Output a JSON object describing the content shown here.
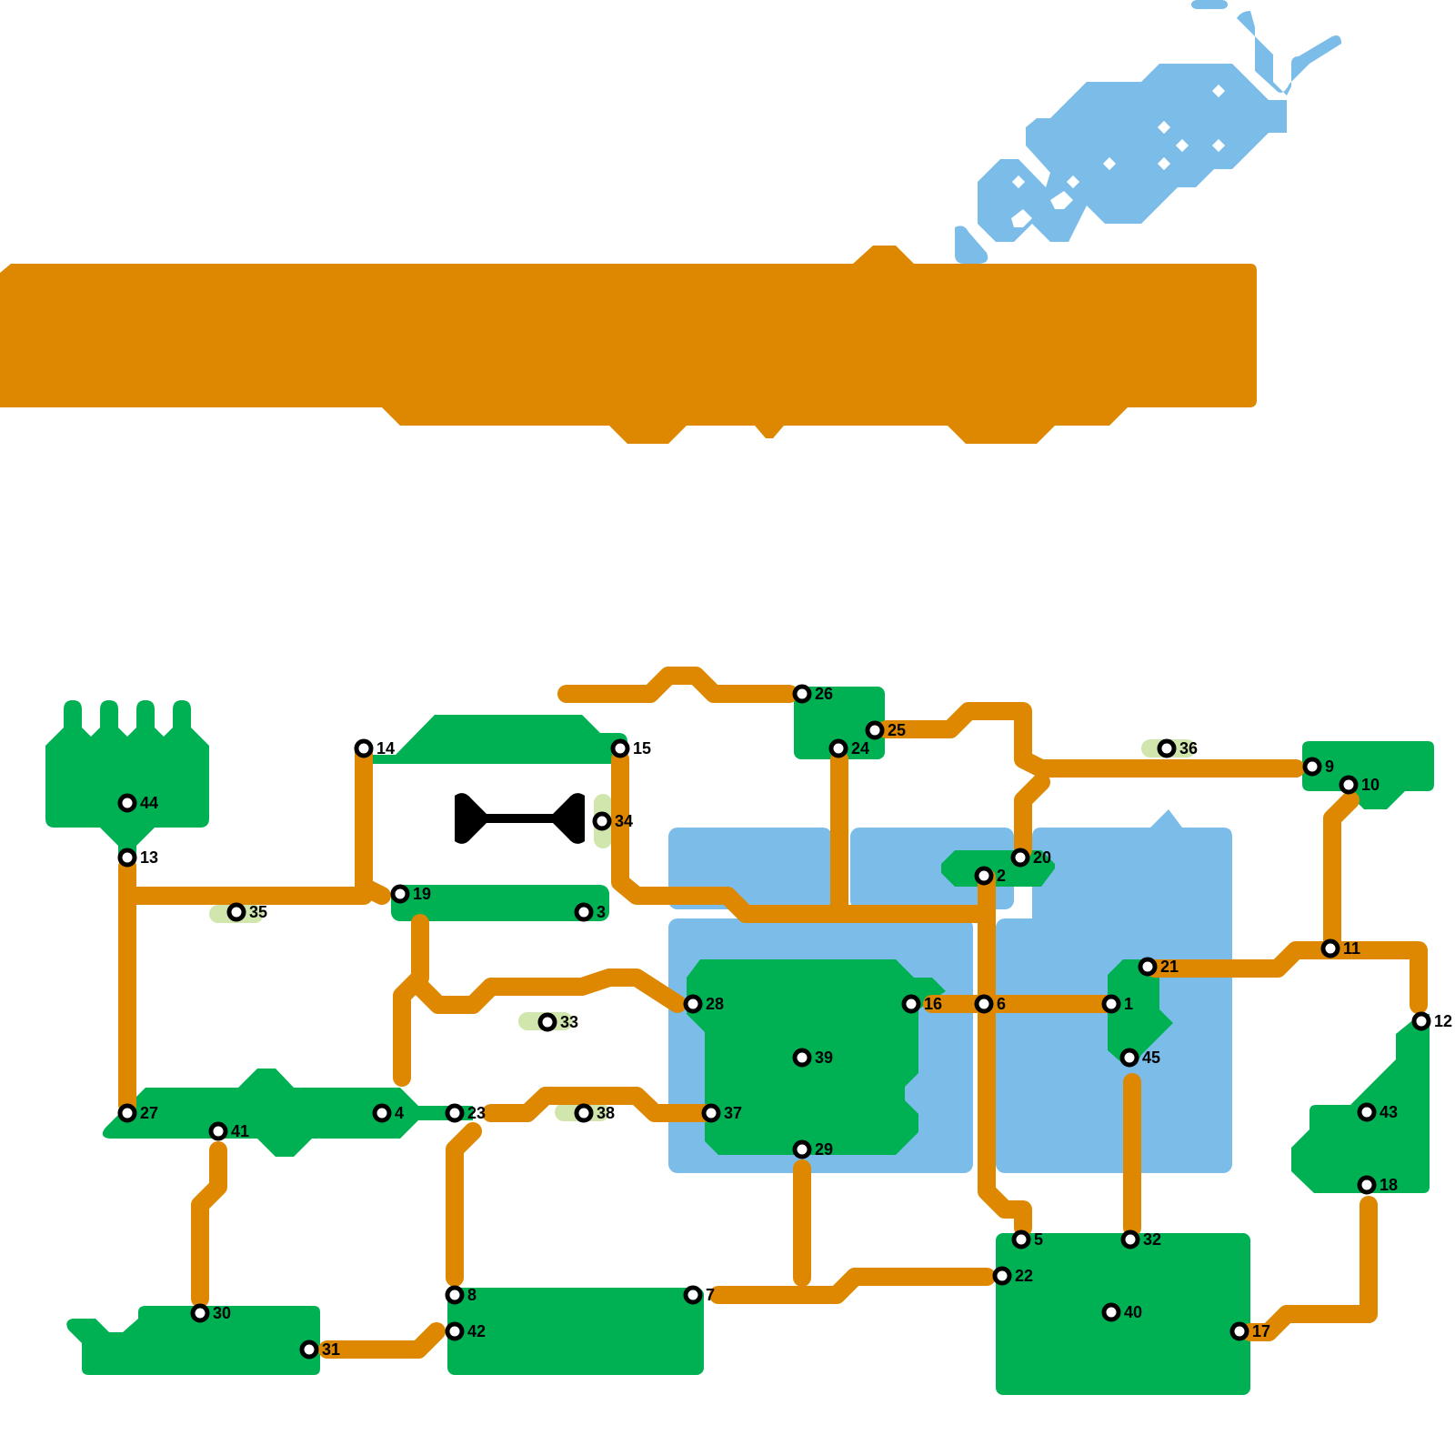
{
  "map": {
    "title": "",
    "colors": {
      "road": "#dd8800",
      "zone": "#00b154",
      "water": "#7bbde8",
      "marsh": "#d0e6ad",
      "node_stroke": "#000000",
      "node_fill": "#ffffff",
      "background": "#ffffff"
    },
    "landmark_icon": "bone-icon",
    "nodes": [
      {
        "id": "1",
        "label": "1"
      },
      {
        "id": "2",
        "label": "2"
      },
      {
        "id": "3",
        "label": "3"
      },
      {
        "id": "4",
        "label": "4"
      },
      {
        "id": "5",
        "label": "5"
      },
      {
        "id": "6",
        "label": "6"
      },
      {
        "id": "7",
        "label": "7"
      },
      {
        "id": "8",
        "label": "8"
      },
      {
        "id": "9",
        "label": "9"
      },
      {
        "id": "10",
        "label": "10"
      },
      {
        "id": "11",
        "label": "11"
      },
      {
        "id": "12",
        "label": "12"
      },
      {
        "id": "13",
        "label": "13"
      },
      {
        "id": "14",
        "label": "14"
      },
      {
        "id": "15",
        "label": "15"
      },
      {
        "id": "16",
        "label": "16"
      },
      {
        "id": "17",
        "label": "17"
      },
      {
        "id": "18",
        "label": "18"
      },
      {
        "id": "19",
        "label": "19"
      },
      {
        "id": "20",
        "label": "20"
      },
      {
        "id": "21",
        "label": "21"
      },
      {
        "id": "22",
        "label": "22"
      },
      {
        "id": "23",
        "label": "23"
      },
      {
        "id": "24",
        "label": "24"
      },
      {
        "id": "25",
        "label": "25"
      },
      {
        "id": "26",
        "label": "26"
      },
      {
        "id": "27",
        "label": "27"
      },
      {
        "id": "28",
        "label": "28"
      },
      {
        "id": "29",
        "label": "29"
      },
      {
        "id": "30",
        "label": "30"
      },
      {
        "id": "31",
        "label": "31"
      },
      {
        "id": "32",
        "label": "32"
      },
      {
        "id": "33",
        "label": "33"
      },
      {
        "id": "34",
        "label": "34"
      },
      {
        "id": "35",
        "label": "35"
      },
      {
        "id": "36",
        "label": "36"
      },
      {
        "id": "37",
        "label": "37"
      },
      {
        "id": "38",
        "label": "38"
      },
      {
        "id": "39",
        "label": "39"
      },
      {
        "id": "40",
        "label": "40"
      },
      {
        "id": "41",
        "label": "41"
      },
      {
        "id": "42",
        "label": "42"
      },
      {
        "id": "43",
        "label": "43"
      },
      {
        "id": "44",
        "label": "44"
      },
      {
        "id": "45",
        "label": "45"
      }
    ]
  }
}
